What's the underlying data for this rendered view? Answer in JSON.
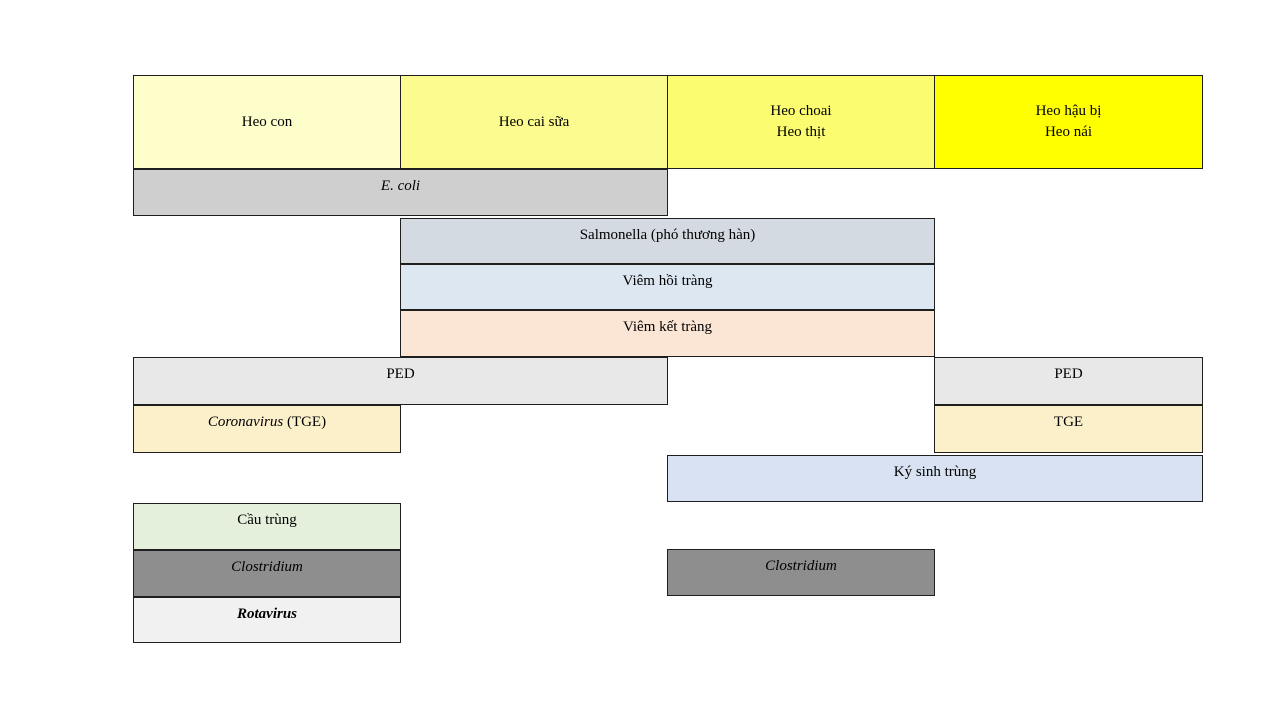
{
  "stages": [
    {
      "line1": "Heo con",
      "color": "#FEFECB"
    },
    {
      "line1": "Heo cai sữa",
      "color": "#FBFB8F"
    },
    {
      "line1": "Heo choai",
      "line2": "Heo thịt",
      "color": "#FCFC70"
    },
    {
      "line1": "Heo hậu bị",
      "line2": "Heo nái",
      "color": "#FFFF00"
    }
  ],
  "bars": {
    "ecoli": {
      "em": "E. coli",
      "color": "#CFCFCF"
    },
    "salmonella": {
      "text": "Salmonella (phó thương hàn)",
      "color": "#D4DAE1"
    },
    "viem_hoi_trang": {
      "text": "Viêm hồi tràng",
      "color": "#DCE7F2"
    },
    "viem_ket_trang": {
      "text": "Viêm kết tràng",
      "color": "#FBE5D5"
    },
    "ped_left": {
      "text": "PED",
      "color": "#E8E8E8"
    },
    "coronavirus_tge": {
      "em": "Coronavirus",
      "text": " (TGE)",
      "color": "#FCF0CB"
    },
    "ped_right": {
      "text": "PED",
      "color": "#E8E8E8"
    },
    "tge": {
      "text": "TGE",
      "color": "#FCF0CB"
    },
    "ky_sinh_trung": {
      "text": "Ký sinh trùng",
      "color": "#D9E2F2"
    },
    "cau_trung": {
      "text": "Cầu trùng",
      "color": "#E4F0DC"
    },
    "clostridium_left": {
      "em": "Clostridium",
      "color": "#8E8E8E"
    },
    "rotavirus": {
      "em": "Rotavirus",
      "color": "#F1F1F1"
    },
    "clostridium_right": {
      "em": "Clostridium",
      "color": "#8E8E8E"
    }
  }
}
